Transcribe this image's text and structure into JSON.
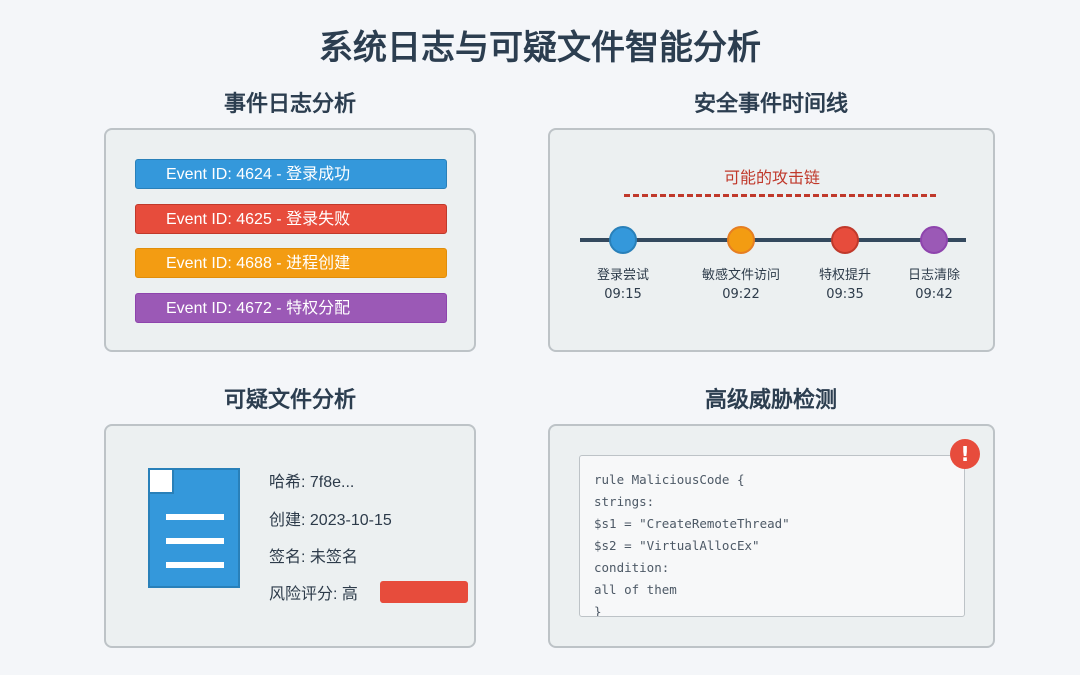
{
  "title": "系统日志与可疑文件智能分析",
  "sections": {
    "event_log": {
      "title": "事件日志分析",
      "events": [
        {
          "label": "Event ID: 4624 - 登录成功",
          "color": "#3498db"
        },
        {
          "label": "Event ID: 4625 - 登录失败",
          "color": "#e74c3c"
        },
        {
          "label": "Event ID: 4688 - 进程创建",
          "color": "#f39c12"
        },
        {
          "label": "Event ID: 4672 - 特权分配",
          "color": "#9b59b6"
        }
      ]
    },
    "timeline": {
      "title": "安全事件时间线",
      "chain_label": "可能的攻击链",
      "events": [
        {
          "label": "登录尝试",
          "time": "09:15",
          "color": "#3498db"
        },
        {
          "label": "敏感文件访问",
          "time": "09:22",
          "color": "#f39c12"
        },
        {
          "label": "特权提升",
          "time": "09:35",
          "color": "#e74c3c"
        },
        {
          "label": "日志清除",
          "time": "09:42",
          "color": "#9b59b6"
        }
      ]
    },
    "suspicious_file": {
      "title": "可疑文件分析",
      "hash": "哈希: 7f8e...",
      "created": "创建: 2023-10-15",
      "signature": "签名: 未签名",
      "risk": "风险评分: 高",
      "risk_color": "#e74c3c"
    },
    "threat_detection": {
      "title": "高级威胁检测",
      "alert_icon": "!",
      "code_lines": [
        "rule MaliciousCode {",
        "strings:",
        "$s1 = \"CreateRemoteThread\"",
        "$s2 = \"VirtualAllocEx\"",
        "condition:",
        "all of them",
        "}"
      ]
    }
  }
}
